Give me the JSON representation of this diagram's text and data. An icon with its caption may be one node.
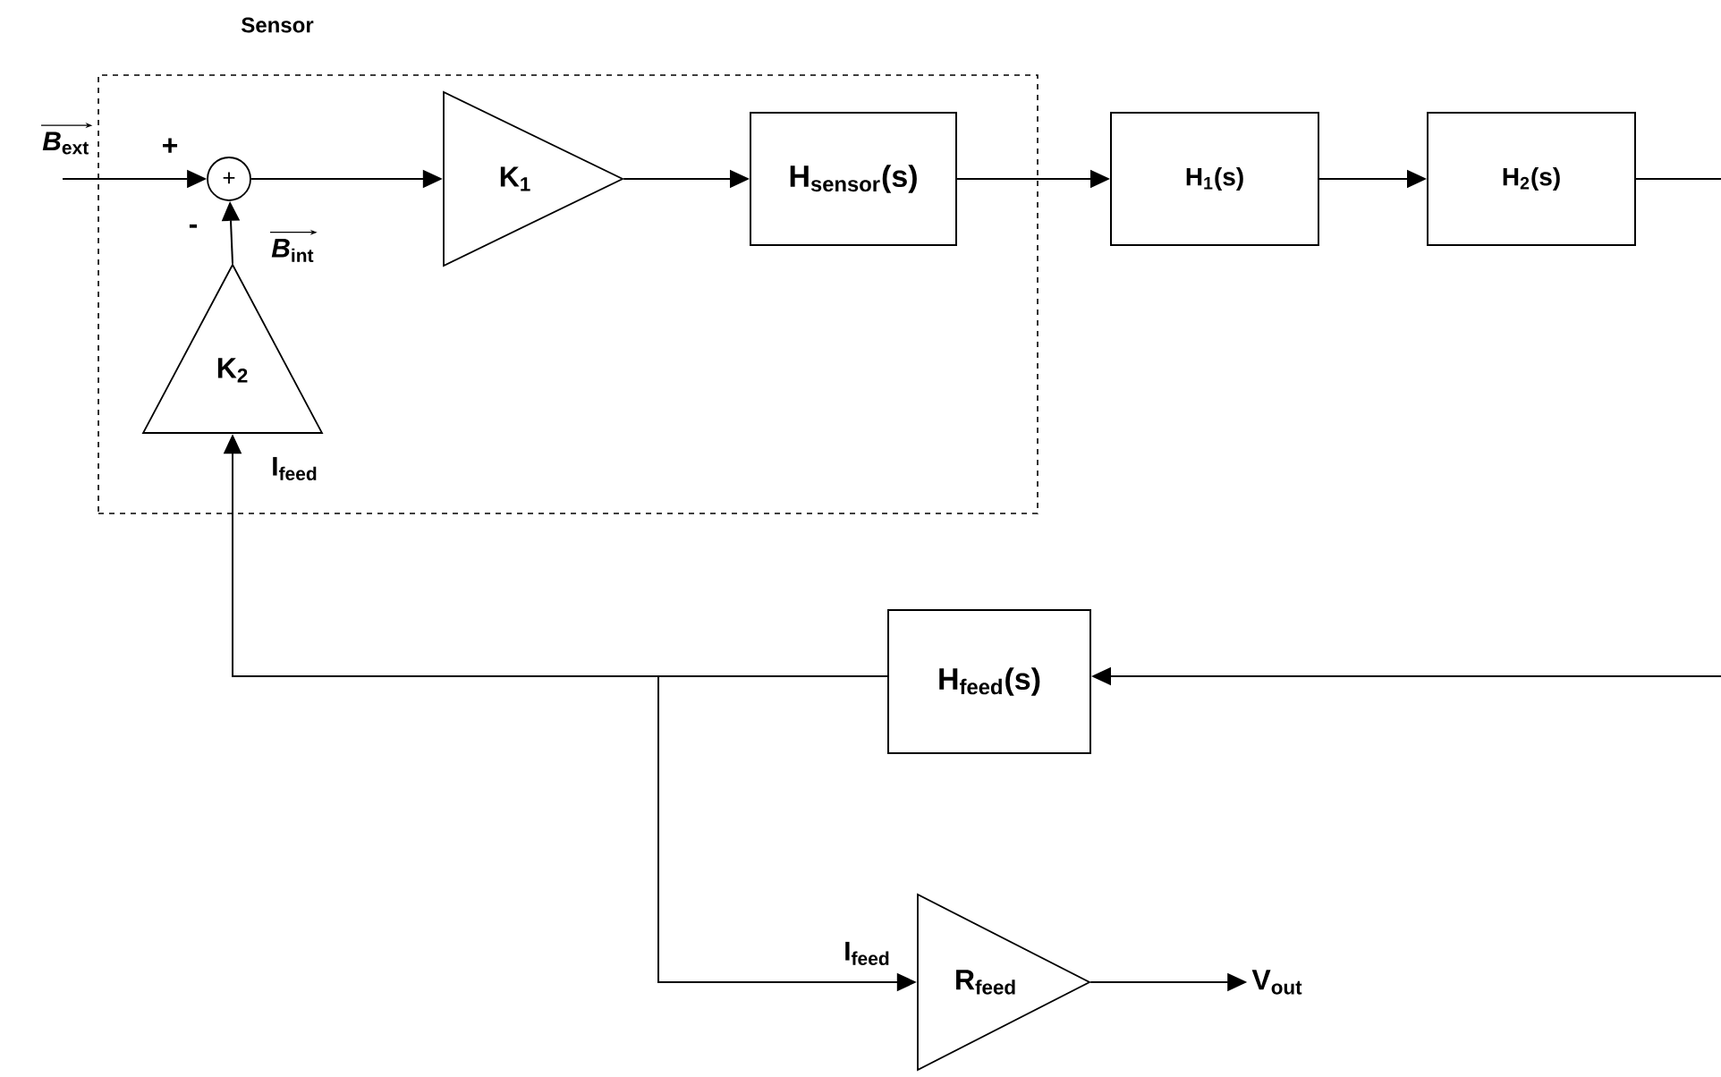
{
  "diagram": {
    "nodes": [
      {
        "text": [
          "Sensor"
        ]
      },
      {
        "text": [
          "+"
        ],
        "in": 0
      },
      {
        "text": [
          "K$_{1}$"
        ],
        "in": 0
      },
      {
        "text": [
          "H$_{sensor}$(s)"
        ],
        "in": 0
      },
      {
        "text": [
          "K$_{2}$"
        ],
        "in": 0
      },
      {
        "text": [
          "H$_{1}$(s)"
        ]
      },
      {
        "text": [
          "H$_{2}$(s)"
        ]
      },
      {
        "text": [
          "H$_{feed}$(s)"
        ]
      },
      {
        "text": [
          "R$_{feed}$"
        ]
      },
      {
        "text": [
          "V$_{out}$"
        ]
      }
    ],
    "edges": [
      {
        "from": null,
        "to": 1,
        "arrow": "to",
        "label": "*B*$_{ext}$"
      },
      {
        "from": 1,
        "to": 2,
        "arrow": "to"
      },
      {
        "from": 2,
        "to": 3,
        "arrow": "to"
      },
      {
        "from": 3,
        "to": 5,
        "arrow": "to"
      },
      {
        "from": 5,
        "to": 6,
        "arrow": "to"
      },
      {
        "from": 6,
        "to": null,
        "arrow": "none"
      },
      {
        "from": null,
        "to": 7,
        "arrow": "to"
      },
      {
        "from": 4,
        "to": 1,
        "arrow": "to",
        "label": "*B*$_{int}$"
      },
      {
        "from": 7,
        "to": 4,
        "arrow": "to",
        "label": "I$_{feed}$"
      },
      {
        "from": 7,
        "to": 8,
        "arrow": "to",
        "label": "I$_{feed}$"
      },
      {
        "from": 8,
        "to": 9,
        "arrow": "to"
      }
    ],
    "labels": [
      "+",
      "-"
    ]
  }
}
